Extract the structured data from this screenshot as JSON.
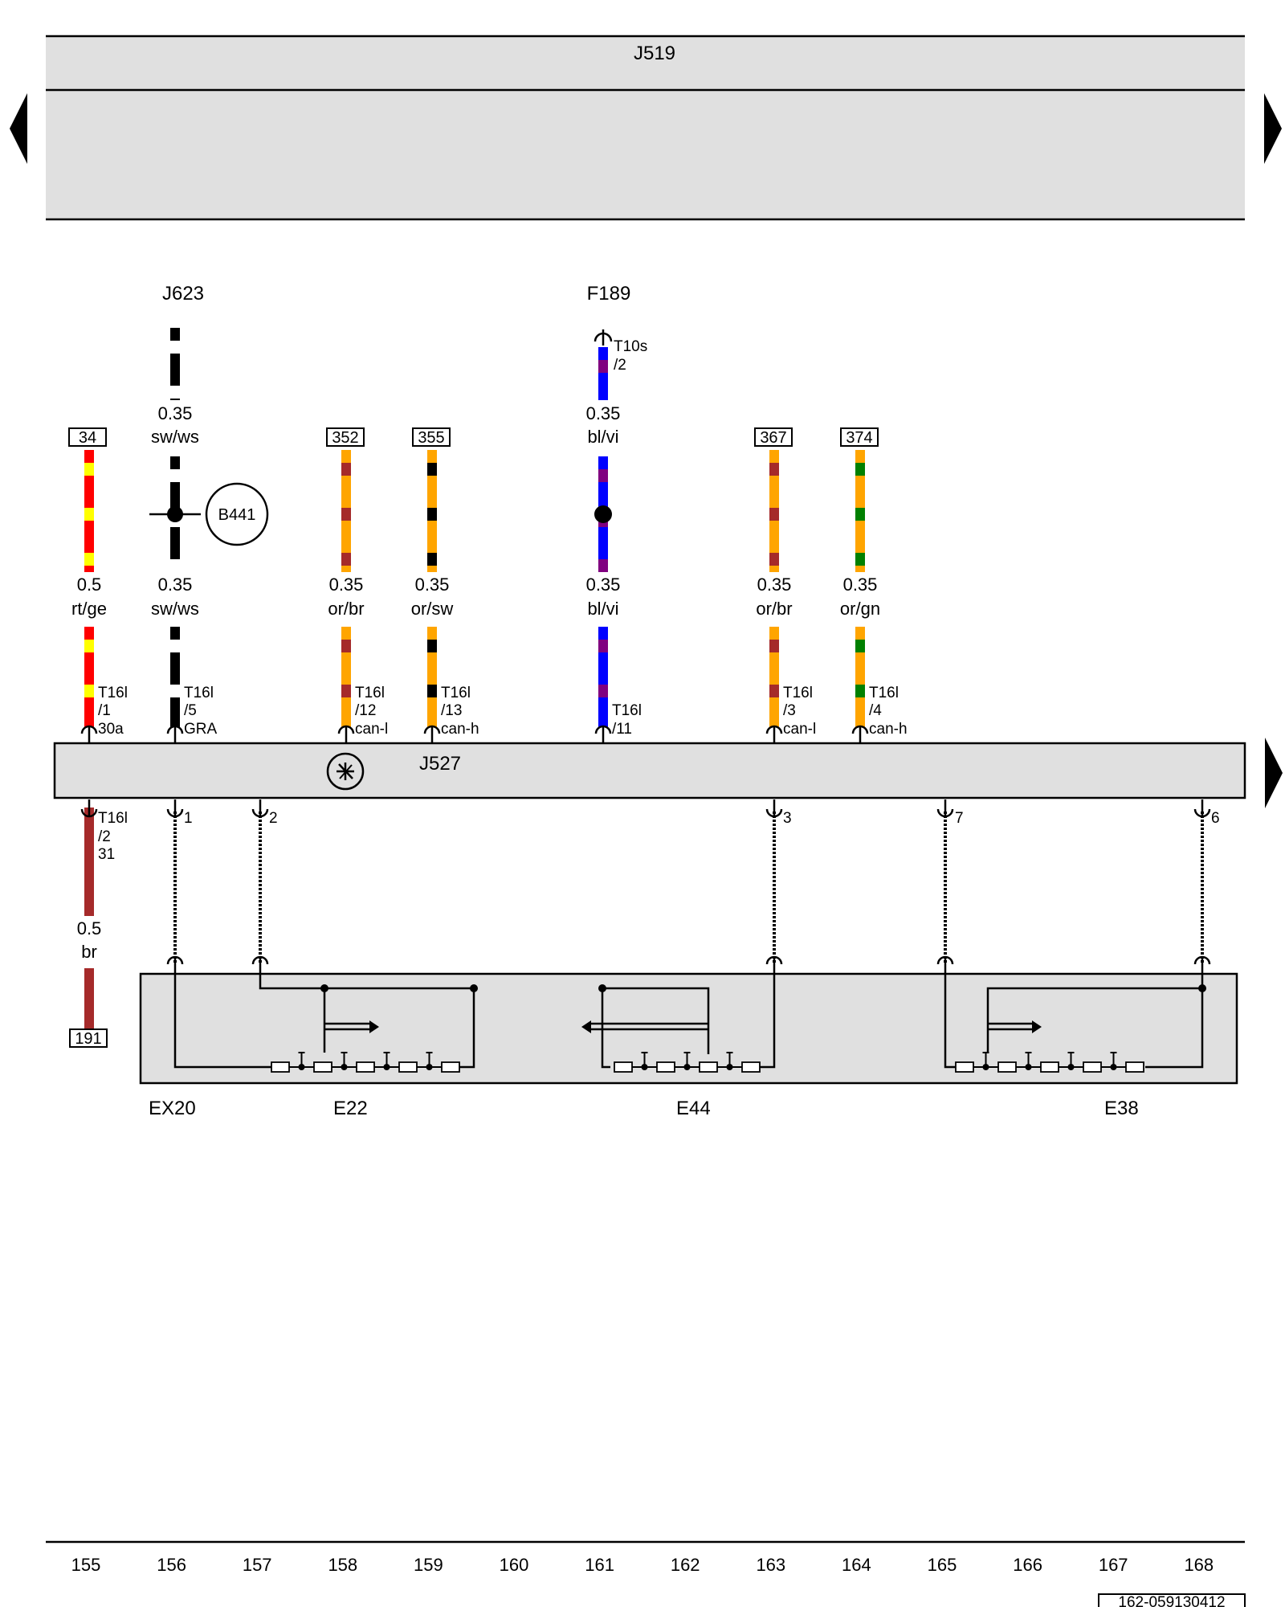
{
  "components": {
    "top_module": "J519",
    "left_top_unit": "J623",
    "middle_top_unit": "F189",
    "sensor_tag": "B441",
    "main_module": "J527",
    "switch_block": "EX20",
    "switch_1": "E22",
    "switch_2": "E44",
    "switch_3": "E38"
  },
  "refs": {
    "r34": "34",
    "r352": "352",
    "r355": "355",
    "r367": "367",
    "r374": "374",
    "r191": "191"
  },
  "wires": {
    "w155_top_size": "0.5",
    "w155_top_color": "rt/ge",
    "w156_upper_size": "0.35",
    "w156_upper_color": "sw/ws",
    "w156_lower_size": "0.35",
    "w156_lower_color": "sw/ws",
    "w158_size": "0.35",
    "w158_color": "or/br",
    "w159_size": "0.35",
    "w159_color": "or/sw",
    "w161_upper_size": "0.35",
    "w161_upper_color": "bl/vi",
    "w161_lower_size": "0.35",
    "w161_lower_color": "bl/vi",
    "w163_size": "0.35",
    "w163_color": "or/br",
    "w164_size": "0.35",
    "w164_color": "or/gn",
    "w155_bottom_size": "0.5",
    "w155_bottom_color": "br"
  },
  "pins": {
    "p155_a": "T16l",
    "p155_b": "/1",
    "p155_c": "30a",
    "p156_a": "T16l",
    "p156_b": "/5",
    "p156_c": "GRA",
    "p158_a": "T16l",
    "p158_b": "/12",
    "p158_c": "can-l",
    "p159_a": "T16l",
    "p159_b": "/13",
    "p159_c": "can-h",
    "p161_top_a": "T10s",
    "p161_top_b": "/2",
    "p161_a": "T16l",
    "p161_b": "/11",
    "p163_a": "T16l",
    "p163_b": "/3",
    "p163_c": "can-l",
    "p164_a": "T16l",
    "p164_b": "/4",
    "p164_c": "can-h",
    "p155_bot_a": "T16l",
    "p155_bot_b": "/2",
    "p155_bot_c": "31",
    "p156_bot": "1",
    "p157_bot": "2",
    "p163_bot": "3",
    "p165_bot": "7",
    "p168_bot": "6"
  },
  "footer": {
    "columns": [
      "155",
      "156",
      "157",
      "158",
      "159",
      "160",
      "161",
      "162",
      "163",
      "164",
      "165",
      "166",
      "167",
      "168"
    ],
    "doc_id": "162-059130412"
  },
  "colors": {
    "red": "#ff0000",
    "yellow": "#ffff00",
    "black": "#000000",
    "white": "#ffffff",
    "orange": "#ffa500",
    "brown": "#a52a2a",
    "blue": "#0000ff",
    "violet": "#800080",
    "green": "#008000",
    "module_fill": "#e0e0e0"
  }
}
